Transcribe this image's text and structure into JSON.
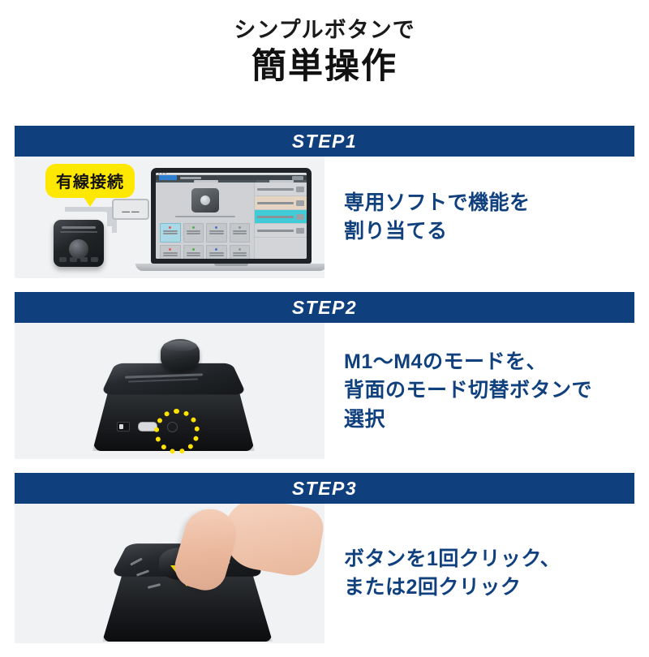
{
  "header": {
    "subtitle": "シンプルボタンで",
    "title": "簡単操作"
  },
  "colors": {
    "banner_navy": "#103f7d",
    "text_navy": "#10417e",
    "highlight_yellow": "#ffe200",
    "callout_yellow": "#ffe800",
    "figure_bg": "#f1f2f4",
    "page_bg": "#ffffff"
  },
  "steps": [
    {
      "banner": "STEP1",
      "description_lines": [
        "専用ソフトで機能を",
        "割り当てる"
      ],
      "figure": {
        "callout": "有線接続",
        "elements": [
          "usb-cable",
          "usb-plug",
          "control-device",
          "laptop-with-software"
        ]
      }
    },
    {
      "banner": "STEP2",
      "description_lines": [
        "M1〜M4のモードを、",
        "背面のモード切替ボタンで",
        "選択"
      ],
      "figure": {
        "elements": [
          "control-device-rear",
          "mode-button-highlight-ring"
        ]
      }
    },
    {
      "banner": "STEP3",
      "description_lines": [
        "ボタンを1回クリック、",
        "または2回クリック"
      ],
      "figure": {
        "elements": [
          "control-device-front",
          "hand-pressing-knob",
          "yellow-down-arrow"
        ]
      }
    }
  ]
}
